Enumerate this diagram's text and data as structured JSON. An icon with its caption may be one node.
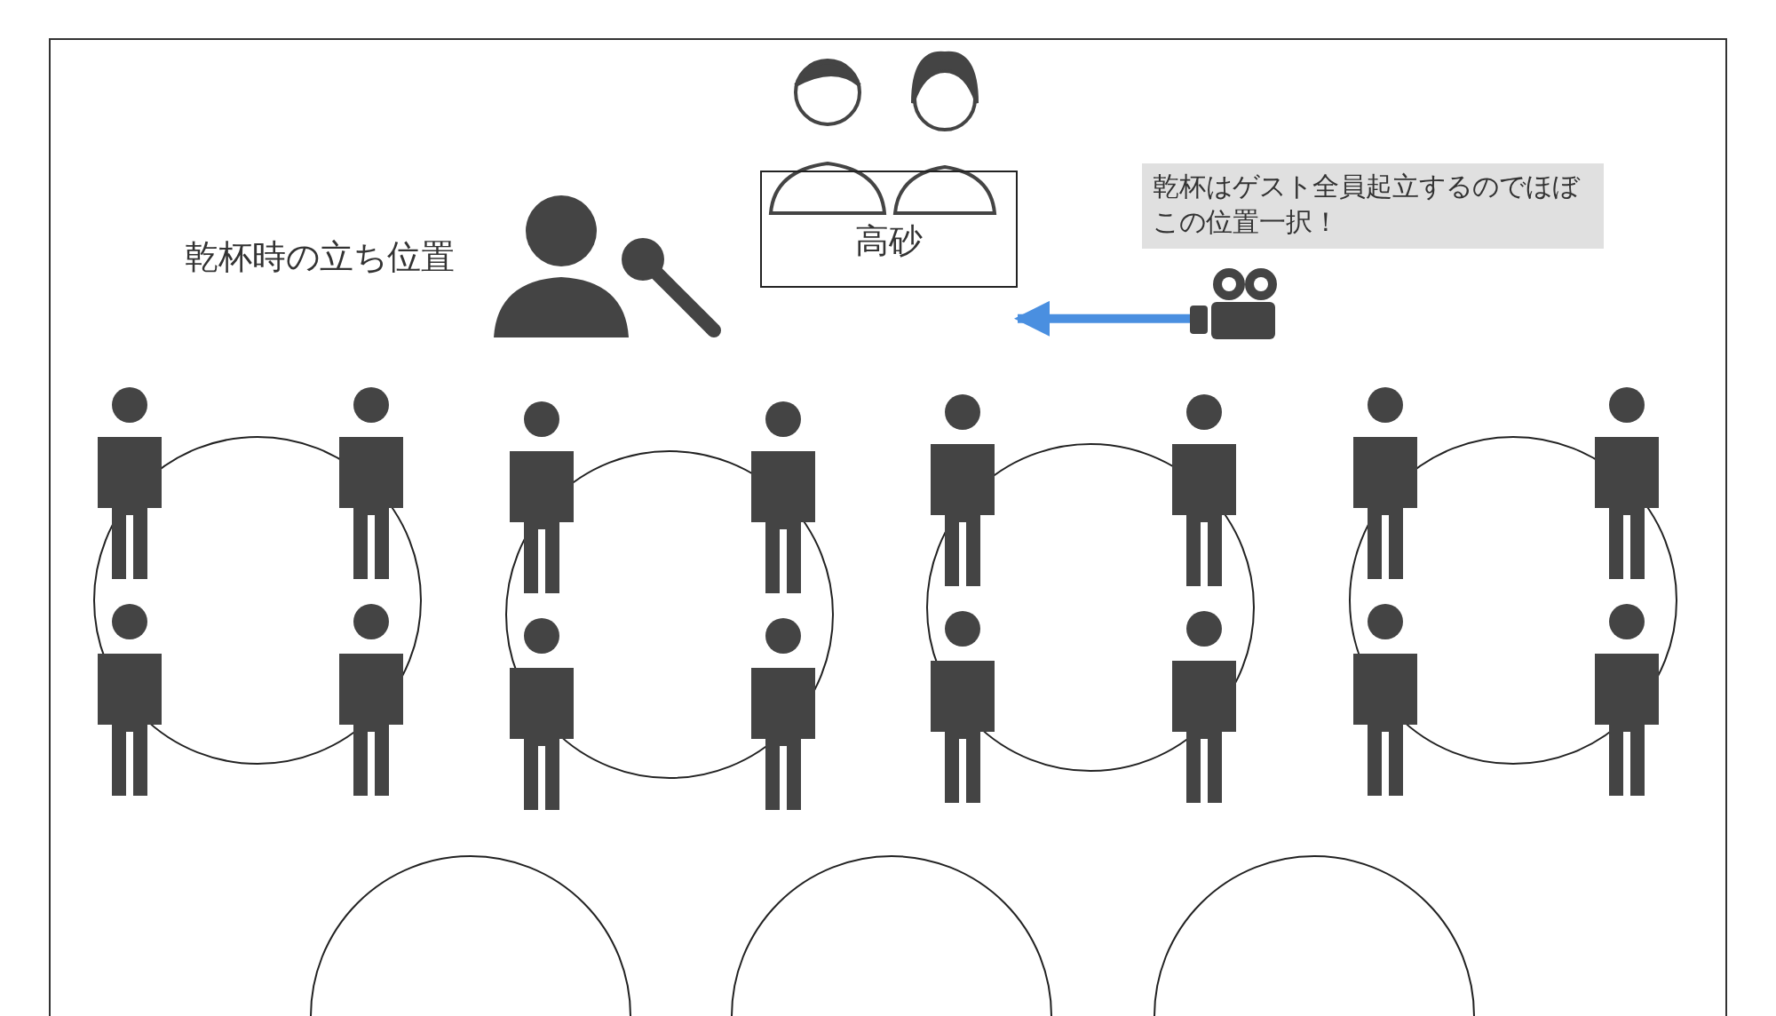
{
  "diagram": {
    "nodes": [
      {
        "text": [
          "高砂"
        ]
      },
      {
        "text": [
          "乾杯はゲスト全員起立するのでほぼこの位置一択！"
        ]
      },
      {
        "text": [],
        "shape": "picture"
      },
      {
        "text": [],
        "shape": "circle"
      },
      {
        "text": [],
        "shape": "circle"
      },
      {
        "text": [],
        "shape": "circle"
      },
      {
        "text": [],
        "shape": "circle"
      },
      {
        "text": [],
        "shape": "circle"
      },
      {
        "text": [],
        "shape": "circle"
      },
      {
        "text": [],
        "shape": "circle"
      }
    ],
    "edges": [
      {
        "from": 2,
        "to": 0,
        "arrow": "to",
        "color": "#4a8fe0"
      }
    ],
    "labels": [
      "乾杯時の立ち位置"
    ]
  }
}
